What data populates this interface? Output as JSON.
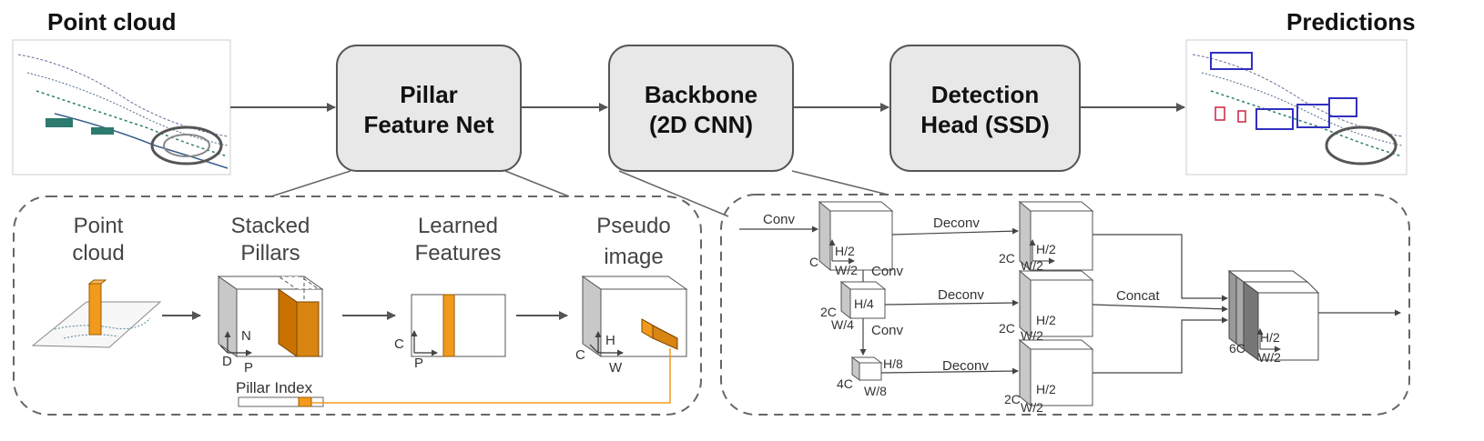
{
  "titles": {
    "input": "Point cloud",
    "output": "Predictions"
  },
  "stages": [
    {
      "line1": "Pillar",
      "line2": "Feature Net"
    },
    {
      "line1": "Backbone",
      "line2": "(2D CNN)"
    },
    {
      "line1": "Detection",
      "line2": "Head (SSD)"
    }
  ],
  "pfn": {
    "point_cloud": [
      "Point",
      "cloud"
    ],
    "stacked_pillars": [
      "Stacked",
      "Pillars"
    ],
    "learned_features": [
      "Learned",
      "Features"
    ],
    "pseudo_image": [
      "Pseudo",
      "image"
    ],
    "axes": {
      "d": "D",
      "n": "N",
      "p": "P",
      "c": "C",
      "h": "H",
      "w": "W"
    },
    "pillar_index": "Pillar Index"
  },
  "backbone": {
    "conv": "Conv",
    "deconv": "Deconv",
    "concat": "Concat",
    "dims": {
      "C": "C",
      "2C": "2C",
      "4C": "4C",
      "6C": "6C",
      "H2": "H/2",
      "W2": "W/2",
      "H4": "H/4",
      "W4": "W/4",
      "H8": "H/8",
      "W8": "W/8"
    }
  },
  "colors": {
    "orange": "#F29A1D",
    "dark_orange": "#C97200",
    "box_fill": "#E8E8E8",
    "stroke": "#555555"
  }
}
